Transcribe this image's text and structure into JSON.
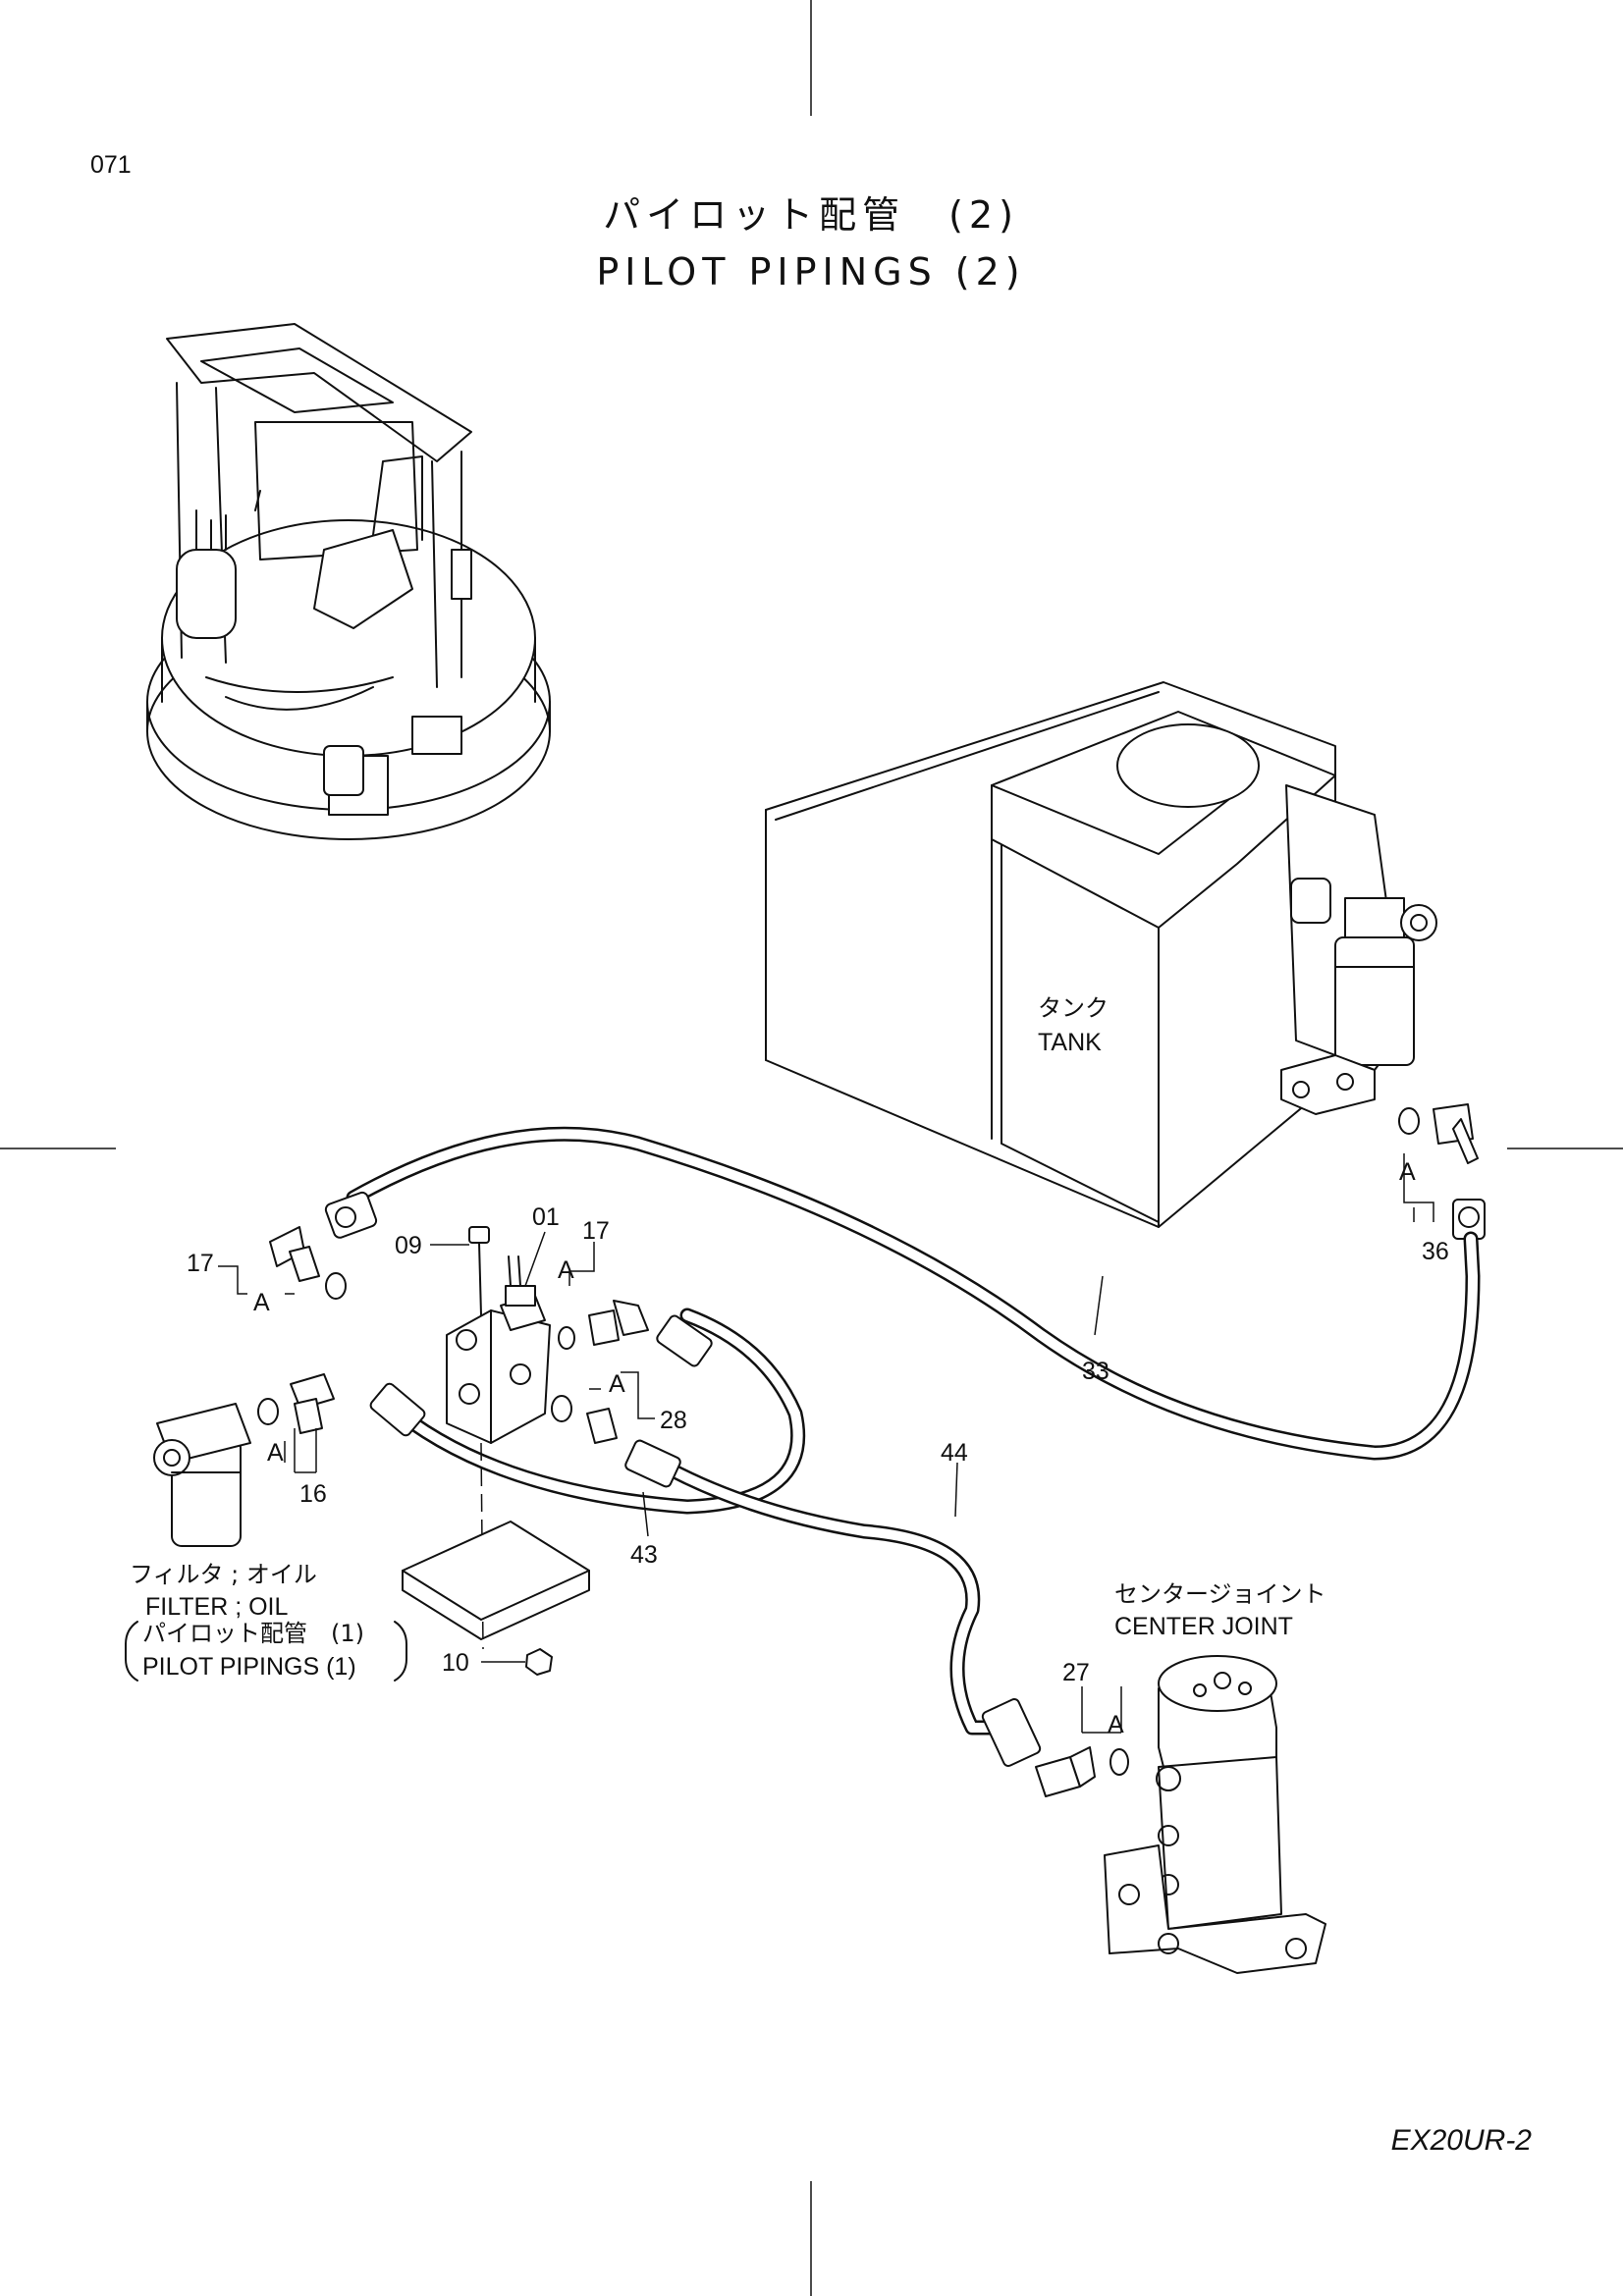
{
  "page": {
    "number": "071",
    "title_jp": "パイロット配管　(2)",
    "title_en": "PILOT PIPINGS (2)",
    "model_code": "EX20UR-2"
  },
  "components": {
    "tank_jp": "タンク",
    "tank_en": "TANK",
    "filter_jp": "フィルタ ; オイル",
    "filter_en": "FILTER ; OIL",
    "ref_jp": "パイロット配管　(1)",
    "ref_en": "PILOT PIPINGS (1)",
    "center_joint_jp": "センタージョイント",
    "center_joint_en": "CENTER JOINT"
  },
  "callouts": {
    "p01": "01",
    "p09": "09",
    "p10": "10",
    "p16": "16",
    "p17a": "17",
    "p17b": "17",
    "p27": "27",
    "p28": "28",
    "p33": "33",
    "p36": "36",
    "p43": "43",
    "p44": "44"
  },
  "detail_marks": {
    "a1": "A",
    "a2": "A",
    "a3": "A",
    "a4": "A",
    "a5": "A",
    "a6": "A"
  }
}
